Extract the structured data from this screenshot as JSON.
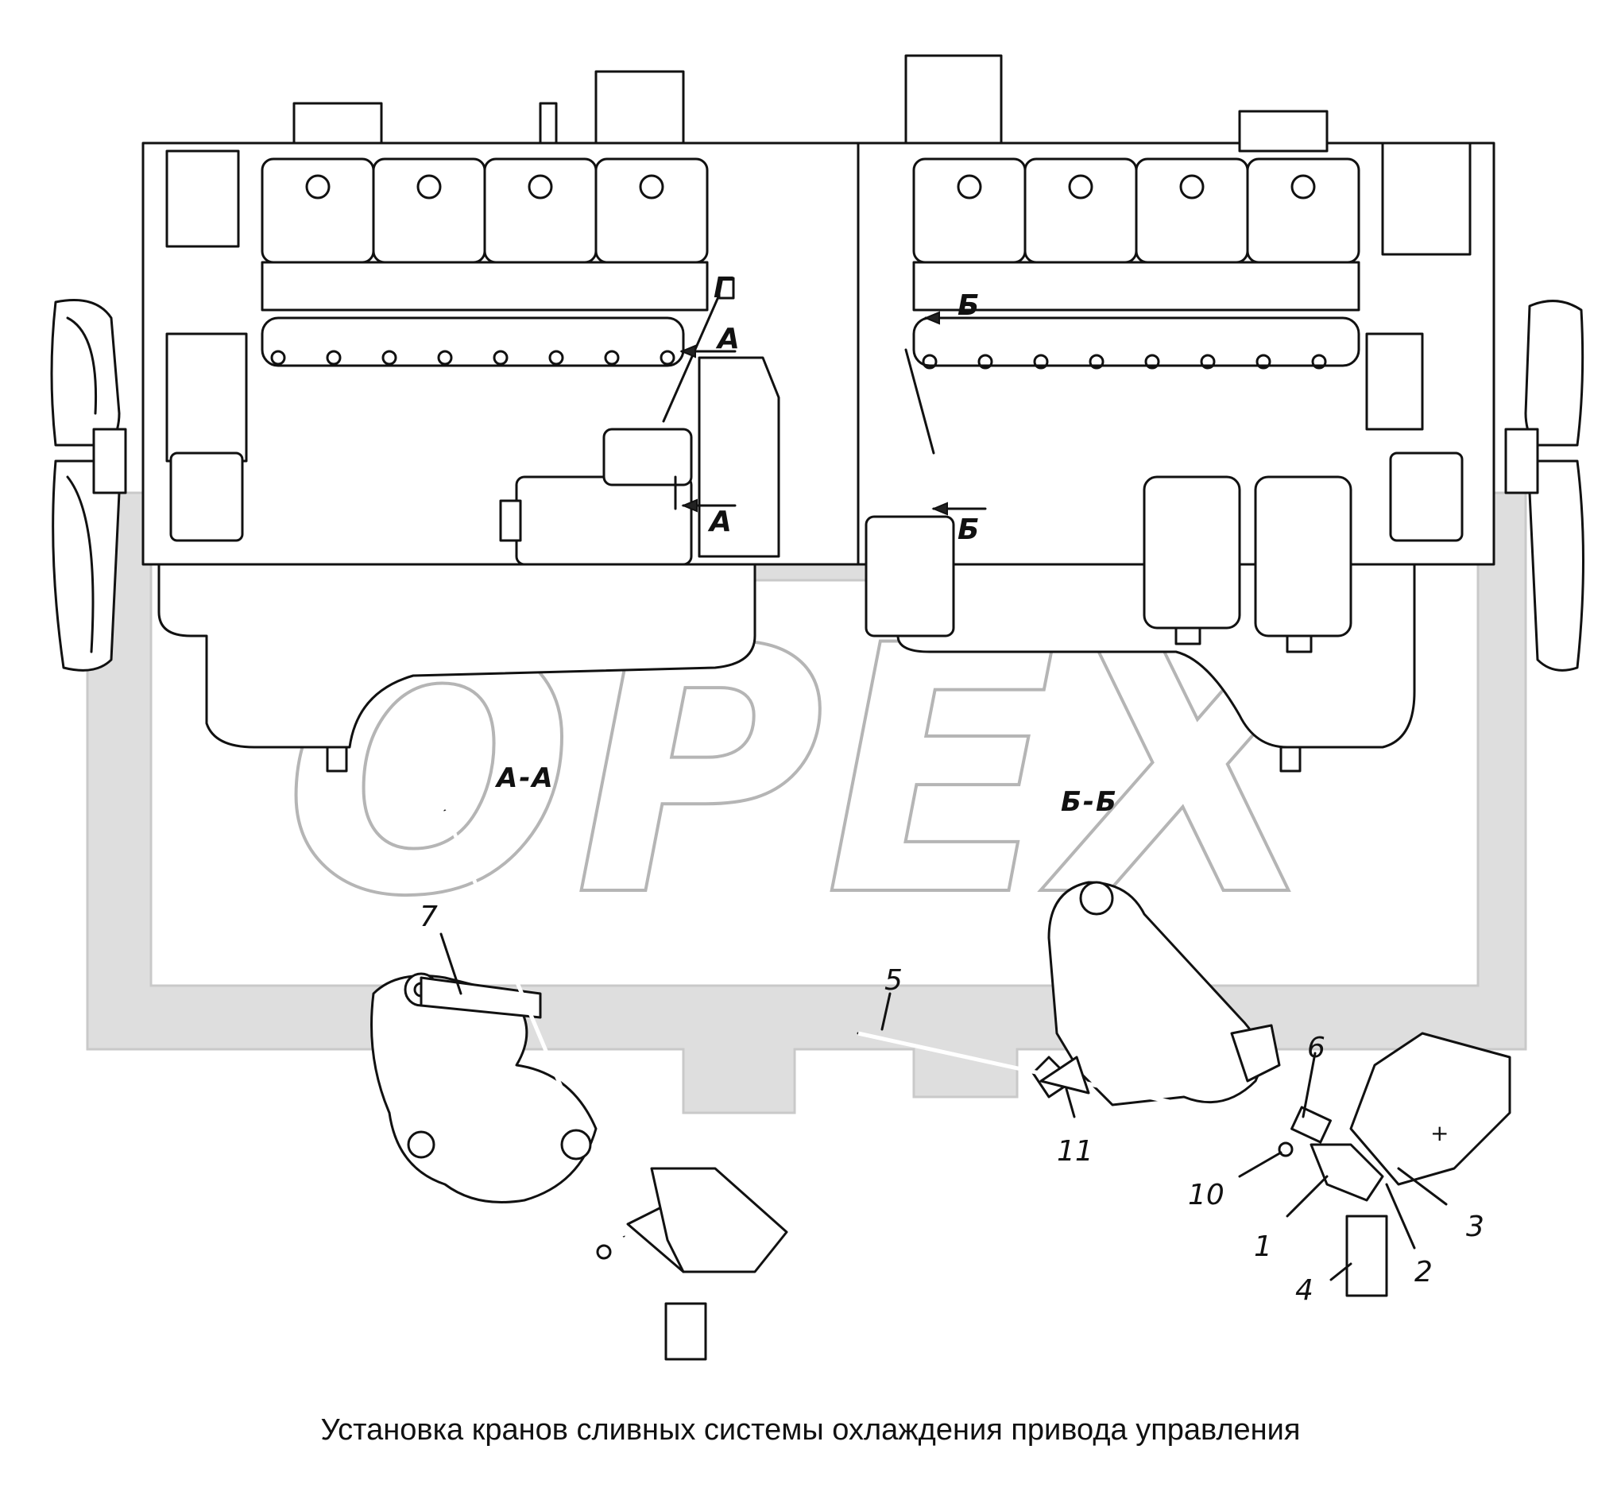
{
  "watermark": {
    "text": "OPEX"
  },
  "sections": {
    "a_a": "А-А",
    "b_b": "Б-Б"
  },
  "view_markers": {
    "a": "А",
    "b": "Б",
    "g": "Г"
  },
  "callouts": [
    "1",
    "2",
    "3",
    "4",
    "5",
    "6",
    "7",
    "10",
    "11"
  ],
  "caption": "Установка кранов сливных системы охлаждения привода управления"
}
